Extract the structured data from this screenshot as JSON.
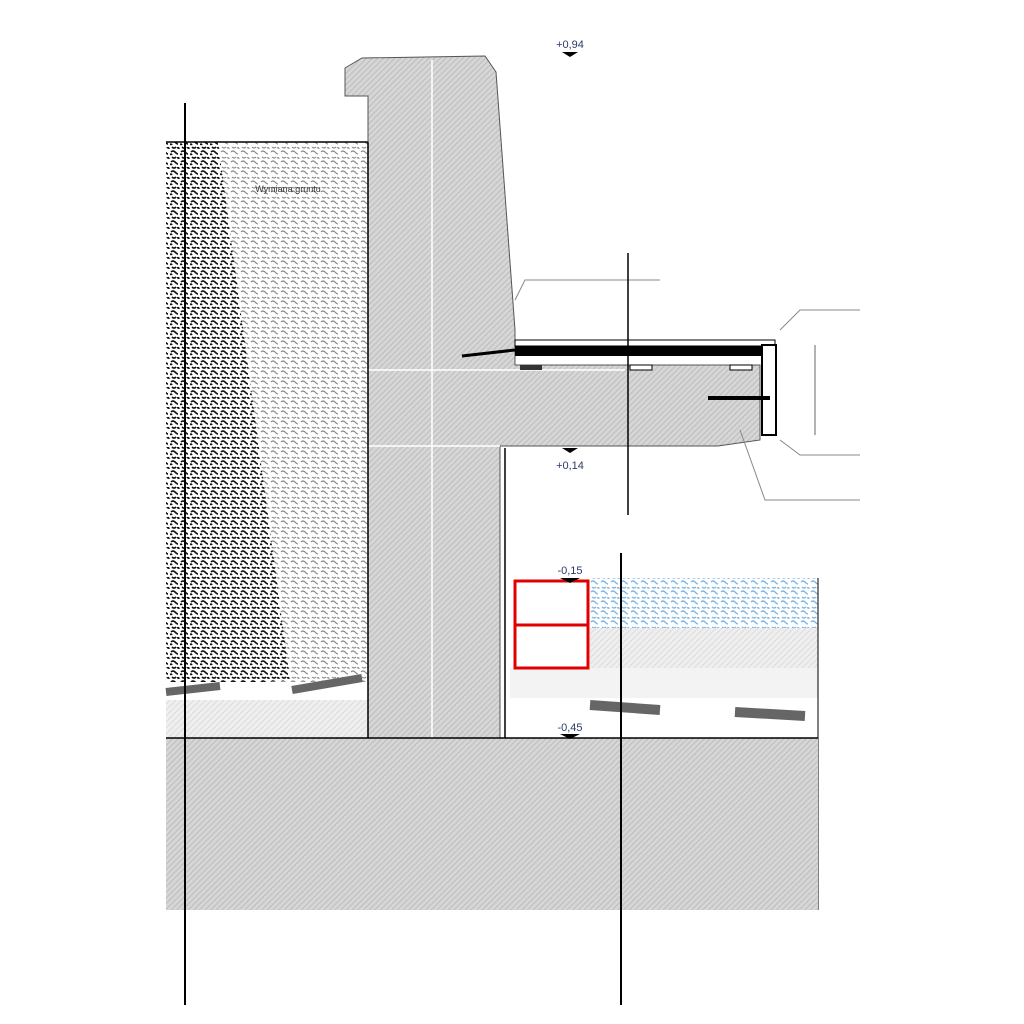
{
  "drawing": {
    "levels": {
      "top": "+0,94",
      "slab_bottom": "+0,14",
      "ground": "-0,15",
      "foundation": "-0,45"
    },
    "fill_label": "Wymiana gruntu",
    "colors": {
      "highlight": "#e00000",
      "water_fill": "#7fb6e6",
      "concrete": "#cfcfcf",
      "line": "#000000"
    }
  }
}
